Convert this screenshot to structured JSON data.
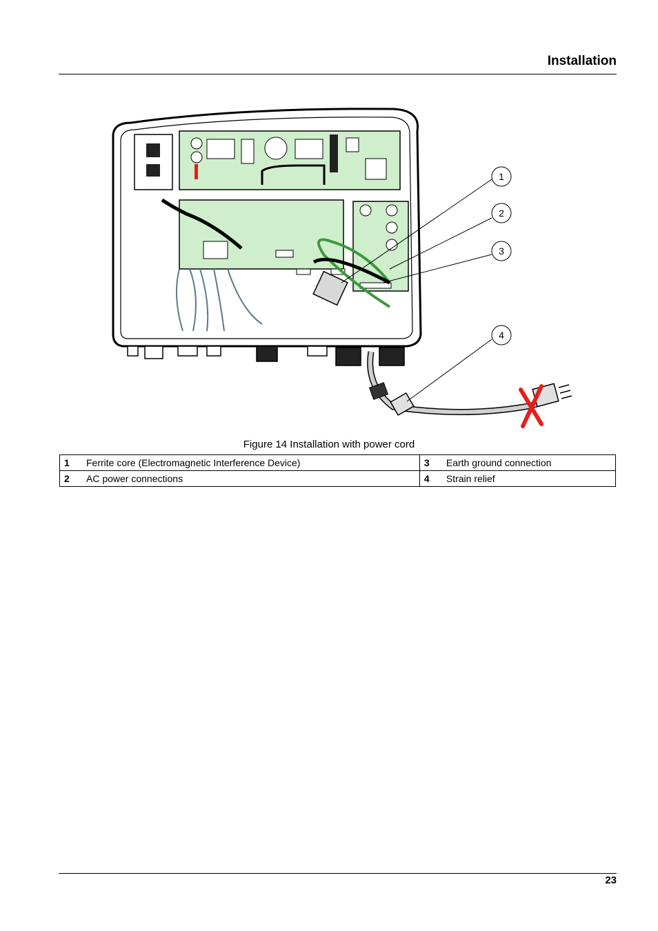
{
  "header": {
    "title": "Installation"
  },
  "figure": {
    "caption": "Figure 14 Installation with power cord",
    "callouts": [
      "1",
      "2",
      "3",
      "4"
    ]
  },
  "legend": [
    {
      "left_num": "1",
      "left_text": "Ferrite core (Electromagnetic Interference Device)",
      "right_num": "3",
      "right_text": "Earth ground connection"
    },
    {
      "left_num": "2",
      "left_text": "AC power connections",
      "right_num": "4",
      "right_text": "Strain relief"
    }
  ],
  "footer": {
    "page_number": "23"
  },
  "colors": {
    "board": "#cfeecb",
    "wire_green": "#3c9a3c",
    "cross_red": "#e3201b"
  }
}
